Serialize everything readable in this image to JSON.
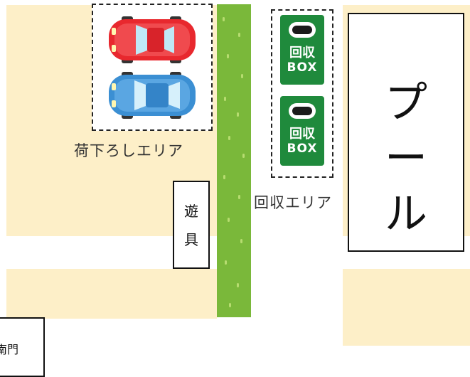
{
  "colors": {
    "ground": "#fdefc8",
    "grass": "#7ab83a",
    "box_green": "#1f8a3c",
    "car_red": "#e8282e",
    "car_blue": "#3b8fd3"
  },
  "map": {
    "loading_area": {
      "label": "荷下ろしエリア",
      "icons": [
        "red-car-icon",
        "blue-car-icon"
      ]
    },
    "collection_area": {
      "label": "回収エリア",
      "boxes": [
        {
          "line1": "回収",
          "line2": "BOX"
        },
        {
          "line1": "回収",
          "line2": "BOX"
        }
      ]
    },
    "pool": {
      "chars": [
        "プ",
        "ー",
        "ル"
      ]
    },
    "playground": {
      "chars": [
        "遊",
        "具"
      ]
    },
    "gate": {
      "label": "南門"
    }
  }
}
